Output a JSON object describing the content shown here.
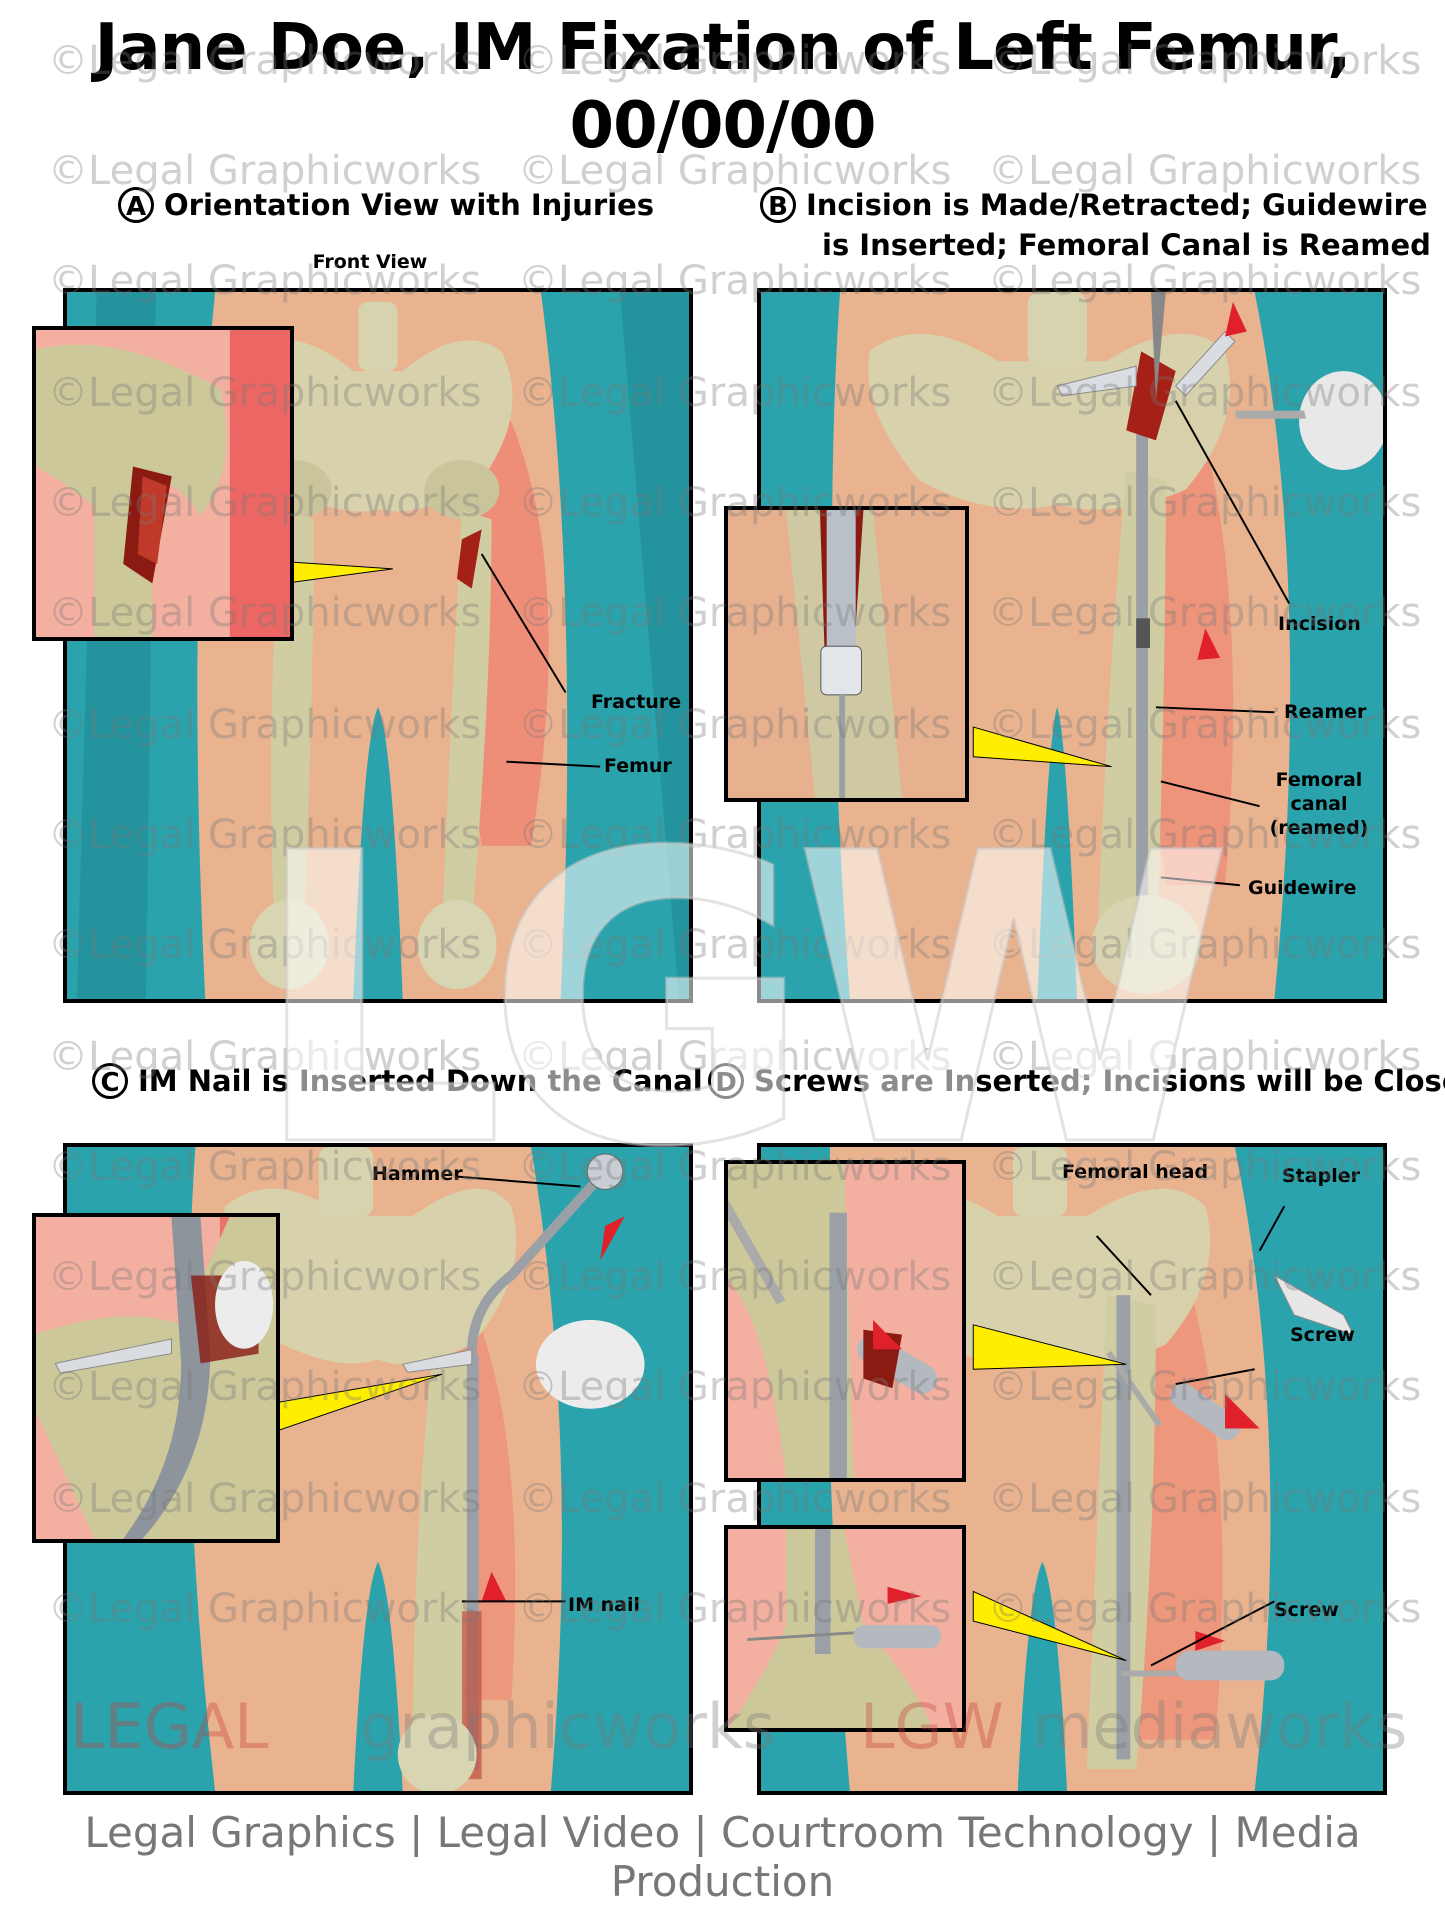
{
  "title_line1": "Jane Doe, IM Fixation of Left Femur,",
  "title_line2": "00/00/00",
  "sections": {
    "a": {
      "badge": "A",
      "text": "Orientation View with Injuries"
    },
    "b": {
      "badge": "B",
      "line1": "Incision is Made/Retracted; Guidewire",
      "line2": "is Inserted; Femoral Canal is Reamed"
    },
    "c": {
      "badge": "C",
      "text": "IM Nail is Inserted Down the Canal"
    },
    "d": {
      "badge": "D",
      "text": "Screws are Inserted; Incisions will be Closed"
    }
  },
  "panel_a_labels": {
    "front_view": "Front View",
    "fracture": "Fracture",
    "femur": "Femur"
  },
  "panel_b_labels": {
    "incision": "Incision",
    "reamer": "Reamer",
    "femoral_canal": "Femoral canal (reamed)",
    "guidewire": "Guidewire"
  },
  "panel_c_labels": {
    "hammer": "Hammer",
    "im_nail": "IM nail"
  },
  "panel_d_labels": {
    "femoral_head": "Femoral head",
    "stapler": "Stapler",
    "screw_1": "Screw",
    "screw_2": "Screw"
  },
  "watermark": "©Legal Graphicworks",
  "big_logo": "LGW",
  "brand": {
    "legal": "LEGAL",
    "graphicworks": "graphicworks",
    "lgw": "LGW",
    "mediaworks": "mediaworks"
  },
  "footer": "Legal Graphics | Legal Video | Courtroom Technology | Media Production",
  "colors": {
    "teal": "#2aa3ad",
    "skin": "#e9b38f",
    "bone": "#cdc9a0",
    "inflamed": "#f06a6a",
    "callout": "#ffee00",
    "arrow": "#e0202a"
  }
}
